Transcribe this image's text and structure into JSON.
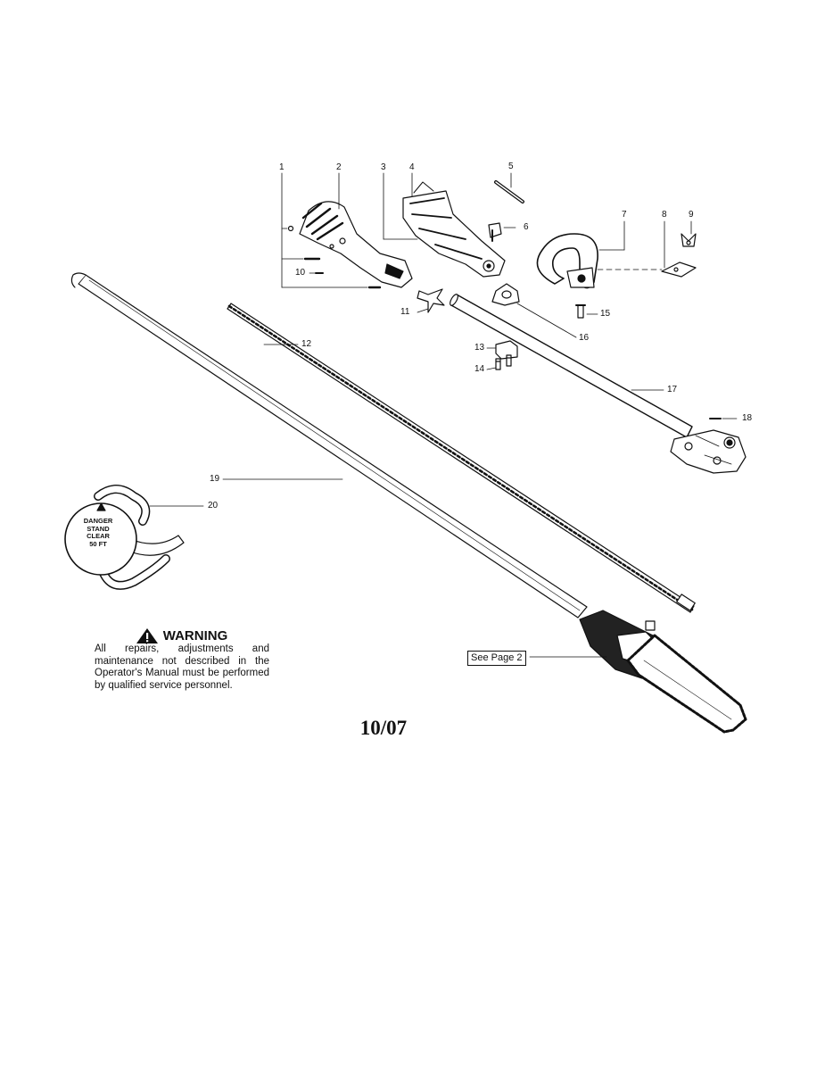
{
  "diagram": {
    "callouts": [
      {
        "id": "1",
        "label": "1"
      },
      {
        "id": "2",
        "label": "2"
      },
      {
        "id": "3",
        "label": "3"
      },
      {
        "id": "4",
        "label": "4"
      },
      {
        "id": "5",
        "label": "5"
      },
      {
        "id": "6",
        "label": "6"
      },
      {
        "id": "7",
        "label": "7"
      },
      {
        "id": "8",
        "label": "8"
      },
      {
        "id": "9",
        "label": "9"
      },
      {
        "id": "10",
        "label": "10"
      },
      {
        "id": "11",
        "label": "11"
      },
      {
        "id": "12",
        "label": "12"
      },
      {
        "id": "13",
        "label": "13"
      },
      {
        "id": "14",
        "label": "14"
      },
      {
        "id": "15",
        "label": "15"
      },
      {
        "id": "16",
        "label": "16"
      },
      {
        "id": "17",
        "label": "17"
      },
      {
        "id": "18",
        "label": "18"
      },
      {
        "id": "19",
        "label": "19"
      },
      {
        "id": "20",
        "label": "20"
      }
    ],
    "strap_label": [
      "DANGER",
      "STAND",
      "CLEAR",
      "50 FT"
    ],
    "see_page_box": "See Page 2"
  },
  "warning": {
    "heading": "WARNING",
    "text": "All repairs, adjustments and maintenance not described in the Operator's Manual must be performed by qualified service personnel."
  },
  "footer": {
    "date": "10/07"
  }
}
